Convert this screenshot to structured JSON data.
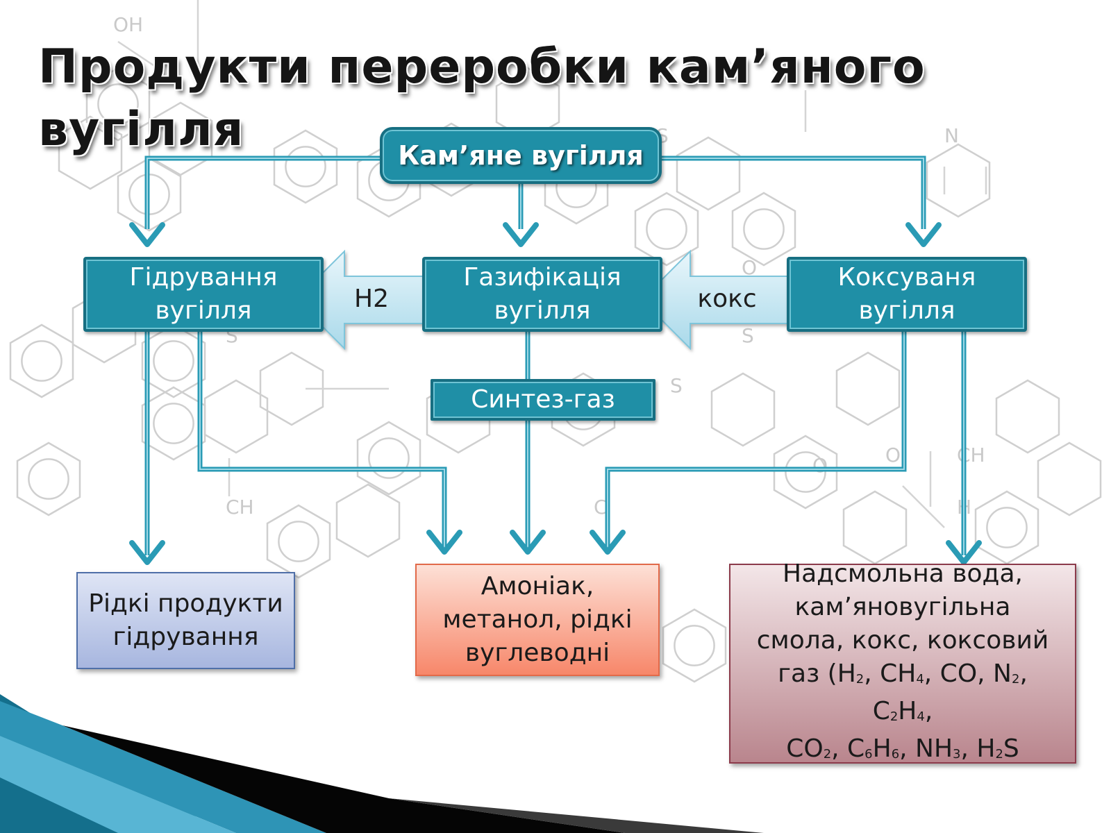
{
  "title": "Продукти переробки кам’яного вугілля",
  "nodes": {
    "coal": "Кам’яне вугілля",
    "hydrogenation": "Гідрування\nвугілля",
    "gasification": "Газифікація\nвугілля",
    "coking": "Коксуваня\nвугілля",
    "syngas": "Синтез-газ"
  },
  "arrow_labels": {
    "h2": "H2",
    "coke": "кокс"
  },
  "outputs": {
    "hydro_products": "Рідкі продукти\nгідрування",
    "gas_products": "Амоніак,\nметанол, рідкі\nвуглеводні",
    "coke_products_lines": [
      [
        {
          "t": "Надсмольна вода,"
        }
      ],
      [
        {
          "t": "кам’яновугільна"
        }
      ],
      [
        {
          "t": "смола, кокс, коксовий"
        }
      ],
      [
        {
          "t": "газ (H"
        },
        {
          "s": "2"
        },
        {
          "t": ", CH"
        },
        {
          "s": "4"
        },
        {
          "t": ", CO, N"
        },
        {
          "s": "2"
        },
        {
          "t": ","
        }
      ],
      [
        {
          "t": "C"
        },
        {
          "s": "2"
        },
        {
          "t": "H"
        },
        {
          "s": "4"
        },
        {
          "t": ","
        }
      ],
      [
        {
          "t": "CO"
        },
        {
          "s": "2"
        },
        {
          "t": ", C"
        },
        {
          "s": "6"
        },
        {
          "t": "H"
        },
        {
          "s": "6"
        },
        {
          "t": ", NH"
        },
        {
          "s": "3"
        },
        {
          "t": ", H"
        },
        {
          "s": "2"
        },
        {
          "t": "S"
        }
      ]
    ]
  },
  "background_labels": [
    "OH",
    "S",
    "O",
    "S",
    "S",
    "CH",
    "S",
    "O",
    "CH",
    "H",
    "N",
    "O",
    "C"
  ],
  "colors": {
    "process_fill": "#1f8fa6",
    "connector": "#2a9bb5",
    "hydro_output": "#b3c1e4",
    "gas_output": "#f99a80",
    "coke_output": "#c9a0a7"
  }
}
